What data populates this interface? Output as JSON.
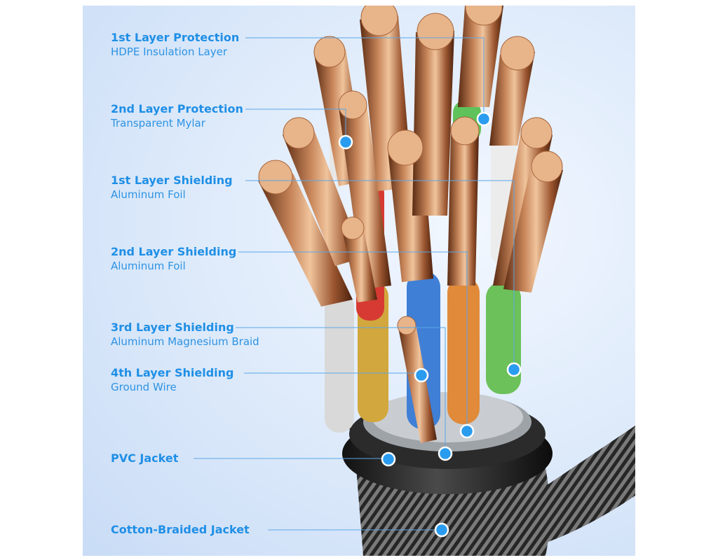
{
  "colors": {
    "title": "#1f8fe6",
    "subtitle": "#2d93e3",
    "leader": "#5aa7e8",
    "dot": "#2a9cf0",
    "background": "#dde9fb"
  },
  "labels": [
    {
      "title": "1st Layer Protection",
      "subtitle": "HDPE Insulation Layer"
    },
    {
      "title": "2nd Layer Protection",
      "subtitle": "Transparent Mylar"
    },
    {
      "title": "1st Layer Shielding",
      "subtitle": "Aluminum Foil"
    },
    {
      "title": "2nd Layer Shielding",
      "subtitle": "Aluminum Foil"
    },
    {
      "title": "3rd Layer Shielding",
      "subtitle": "Aluminum Magnesium Braid"
    },
    {
      "title": "4th Layer Shielding",
      "subtitle": "Ground Wire"
    },
    {
      "title": "PVC Jacket",
      "subtitle": ""
    },
    {
      "title": "Cotton-Braided Jacket",
      "subtitle": ""
    }
  ],
  "icons": [
    "callout-dot-icon"
  ]
}
